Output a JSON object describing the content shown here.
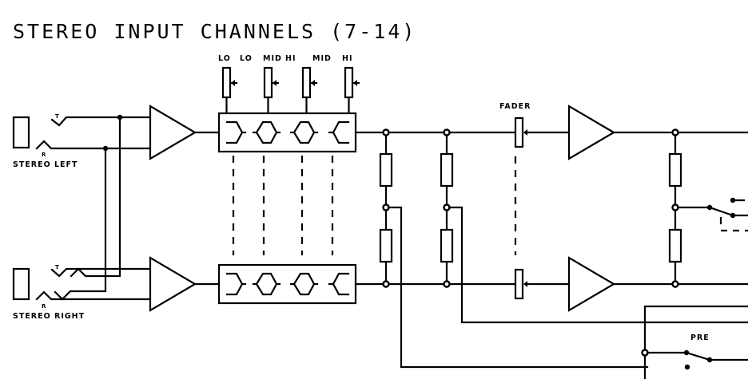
{
  "diagram": {
    "title": "STEREO INPUT CHANNELS (7-14)",
    "inputs": {
      "left_label": "STEREO LEFT",
      "right_label": "STEREO RIGHT",
      "tip_marker": "T",
      "ring_marker": "R"
    },
    "eq_controls": {
      "labels": [
        "LO",
        "LO MID",
        "HI MID",
        "HI"
      ],
      "label_text": [
        "LO",
        "LO",
        "MID",
        "HI",
        "MID",
        "HI"
      ]
    },
    "fader_label": "FADER",
    "pre_label": "PRE",
    "components": [
      "input-jack-left",
      "input-jack-right",
      "preamp-left",
      "preamp-right",
      "eq-block-left",
      "eq-block-right",
      "pot-lo",
      "pot-lo-mid",
      "pot-hi-mid",
      "pot-hi",
      "voltage-divider-1",
      "voltage-divider-2",
      "fader-left",
      "fader-right",
      "output-amp-left",
      "output-amp-right",
      "voltage-divider-3",
      "post-switch",
      "pre-switch"
    ]
  }
}
